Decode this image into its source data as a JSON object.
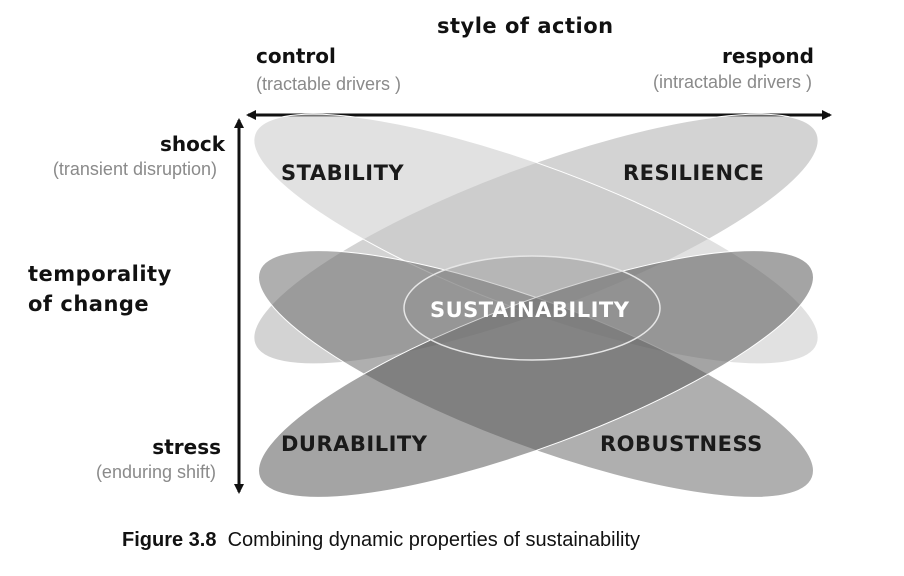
{
  "horizontal_axis": {
    "title": "style of action",
    "left_label": "control",
    "left_sub": "(tractable drivers )",
    "right_label": "respond",
    "right_sub": "(intractable drivers )"
  },
  "vertical_axis": {
    "title_line1": "temporality",
    "title_line2": "of change",
    "top_label": "shock",
    "top_sub": "(transient disruption)",
    "bottom_label": "stress",
    "bottom_sub": "(enduring shift)"
  },
  "properties": {
    "stability": "STABILITY",
    "resilience": "RESILIENCE",
    "durability": "DURABILITY",
    "robustness": "ROBUSTNESS",
    "sustainability": "SUSTAINABILITY"
  },
  "caption": {
    "number": "Figure 3.8",
    "text": "Combining dynamic properties of sustainability"
  }
}
